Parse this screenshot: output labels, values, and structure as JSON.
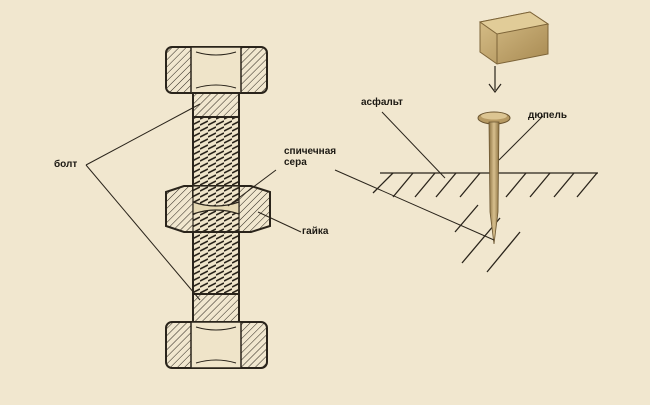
{
  "labels": {
    "bolt": "болт",
    "match_head_line1": "спичечная",
    "match_head_line2": "сера",
    "nut": "гайка",
    "asphalt": "асфальт",
    "dowel": "дюпель"
  },
  "colors": {
    "background": "#f1e7cf",
    "ink": "#2a241b",
    "brick": "#c7ab72",
    "nail": "#b79a63",
    "match_sulfur": "#e6d9b4"
  }
}
